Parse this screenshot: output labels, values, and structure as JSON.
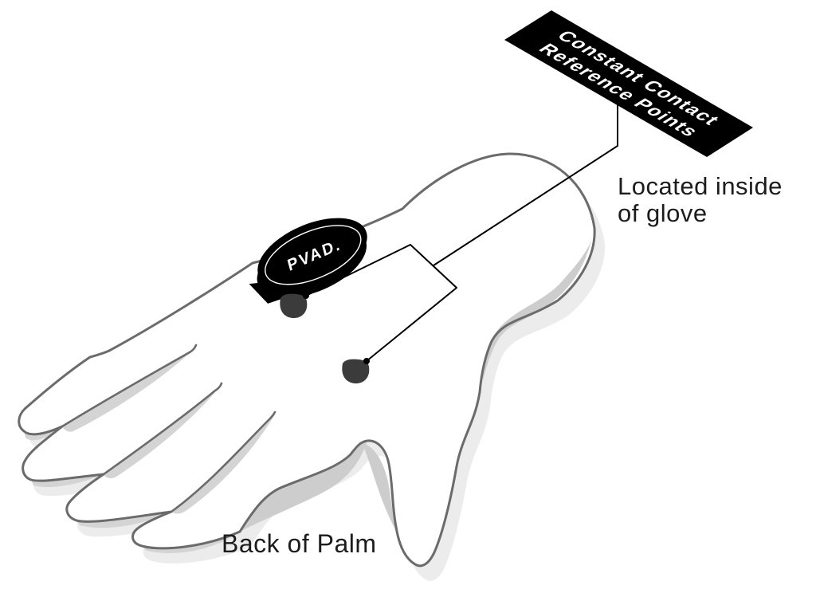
{
  "title": "Glove constant contact reference points diagram",
  "banner": {
    "line1": "Constant Contact",
    "line2": "Reference Points",
    "background": "#000000",
    "text_color": "#ffffff"
  },
  "note": {
    "line1": "Located inside",
    "line2": "of glove"
  },
  "bottom_label": "Back of Palm",
  "device": {
    "logo": "PVAD.",
    "body_color": "#000000",
    "logo_color": "#ffffff"
  },
  "reference_points": {
    "count": 2,
    "color": "#3b3b3b"
  },
  "colors": {
    "glove_outline": "#6b6b6b",
    "glove_fill": "#ffffff",
    "shading": "#cdcdcd",
    "gap_shading": "#d4d4d4",
    "shadow": "#ececec",
    "leader_line": "#000000",
    "note_text": "#1c1c1c"
  }
}
